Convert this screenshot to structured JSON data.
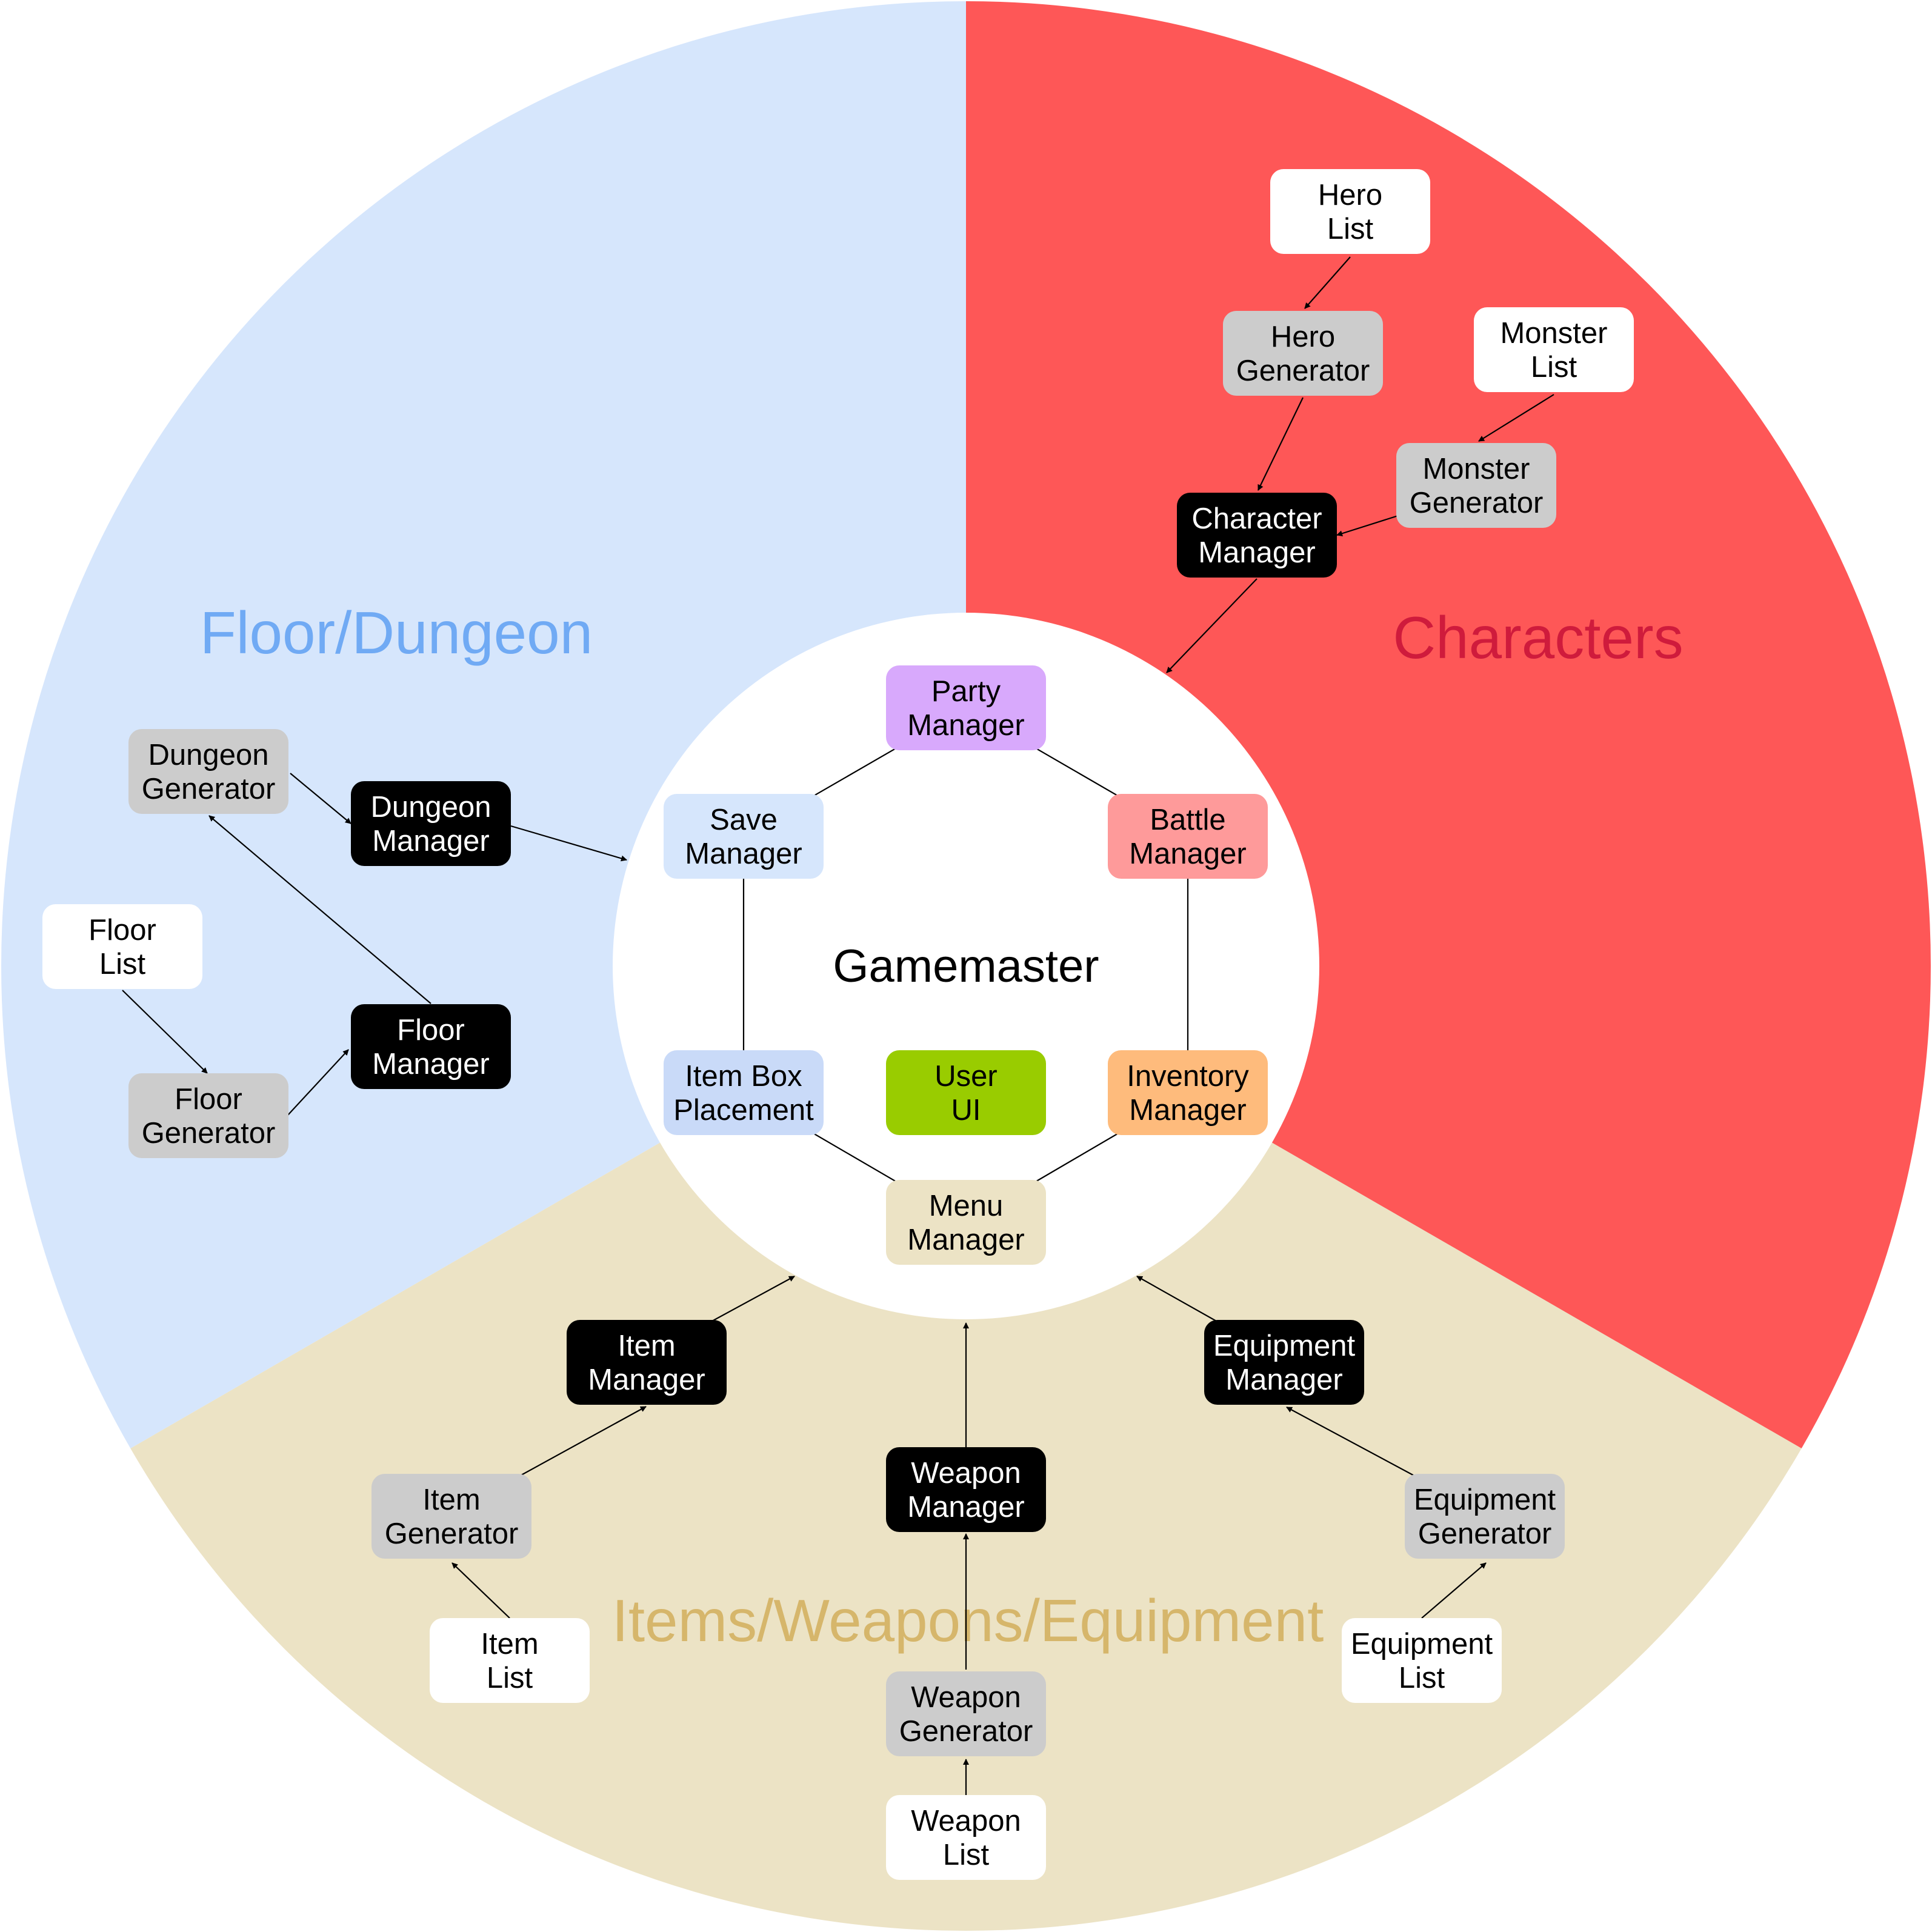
{
  "diagram": {
    "center_title": "Gamemaster",
    "sectors": [
      {
        "id": "floor",
        "label": "Floor/Dungeon",
        "color": "#d6e6fc",
        "label_color": "#70aaf4"
      },
      {
        "id": "characters",
        "label": "Characters",
        "color": "#fe5757",
        "label_color": "#cf1b3c"
      },
      {
        "id": "items",
        "label": "Items/Weapons/Equipment",
        "color": "#ece3c5",
        "label_color": "#d6b66b"
      }
    ],
    "core_nodes": [
      {
        "id": "party-manager",
        "lines": [
          "Party",
          "Manager"
        ],
        "fill": "#d8a9fc",
        "text_color": "#000000"
      },
      {
        "id": "battle-manager",
        "lines": [
          "Battle",
          "Manager"
        ],
        "fill": "#fe9a9a",
        "text_color": "#000000"
      },
      {
        "id": "inventory-manager",
        "lines": [
          "Inventory",
          "Manager"
        ],
        "fill": "#febb7c",
        "text_color": "#000000"
      },
      {
        "id": "menu-manager",
        "lines": [
          "Menu",
          "Manager"
        ],
        "fill": "#ece3c5",
        "text_color": "#000000"
      },
      {
        "id": "item-box-placement",
        "lines": [
          "Item Box",
          "Placement"
        ],
        "fill": "#c9daf8",
        "text_color": "#000000"
      },
      {
        "id": "save-manager",
        "lines": [
          "Save",
          "Manager"
        ],
        "fill": "#d6e6fc",
        "text_color": "#000000"
      },
      {
        "id": "user-ui",
        "lines": [
          "User",
          "UI"
        ],
        "fill": "#99cc00",
        "text_color": "#000000"
      }
    ],
    "nodes": [
      {
        "id": "hero-list",
        "lines": [
          "Hero",
          "List"
        ],
        "kind": "list"
      },
      {
        "id": "hero-generator",
        "lines": [
          "Hero",
          "Generator"
        ],
        "kind": "generator"
      },
      {
        "id": "monster-list",
        "lines": [
          "Monster",
          "List"
        ],
        "kind": "list"
      },
      {
        "id": "monster-generator",
        "lines": [
          "Monster",
          "Generator"
        ],
        "kind": "generator"
      },
      {
        "id": "character-manager",
        "lines": [
          "Character",
          "Manager"
        ],
        "kind": "manager"
      },
      {
        "id": "dungeon-generator",
        "lines": [
          "Dungeon",
          "Generator"
        ],
        "kind": "generator"
      },
      {
        "id": "dungeon-manager",
        "lines": [
          "Dungeon",
          "Manager"
        ],
        "kind": "manager"
      },
      {
        "id": "floor-list",
        "lines": [
          "Floor",
          "List"
        ],
        "kind": "list"
      },
      {
        "id": "floor-generator",
        "lines": [
          "Floor",
          "Generator"
        ],
        "kind": "generator"
      },
      {
        "id": "floor-manager",
        "lines": [
          "Floor",
          "Manager"
        ],
        "kind": "manager"
      },
      {
        "id": "item-manager",
        "lines": [
          "Item",
          "Manager"
        ],
        "kind": "manager"
      },
      {
        "id": "item-generator",
        "lines": [
          "Item",
          "Generator"
        ],
        "kind": "generator"
      },
      {
        "id": "item-list",
        "lines": [
          "Item",
          "List"
        ],
        "kind": "list"
      },
      {
        "id": "weapon-manager",
        "lines": [
          "Weapon",
          "Manager"
        ],
        "kind": "manager"
      },
      {
        "id": "weapon-generator",
        "lines": [
          "Weapon",
          "Generator"
        ],
        "kind": "generator"
      },
      {
        "id": "weapon-list",
        "lines": [
          "Weapon",
          "List"
        ],
        "kind": "list"
      },
      {
        "id": "equipment-manager",
        "lines": [
          "Equipment",
          "Manager"
        ],
        "kind": "manager"
      },
      {
        "id": "equipment-generator",
        "lines": [
          "Equipment",
          "Generator"
        ],
        "kind": "generator"
      },
      {
        "id": "equipment-list",
        "lines": [
          "Equipment",
          "List"
        ],
        "kind": "list"
      }
    ],
    "node_styles": {
      "list": {
        "fill": "#ffffff",
        "text_color": "#000000"
      },
      "generator": {
        "fill": "#cccccc",
        "text_color": "#000000"
      },
      "manager": {
        "fill": "#000000",
        "text_color": "#ffffff"
      }
    },
    "ring_edges": [
      [
        "party-manager",
        "battle-manager"
      ],
      [
        "battle-manager",
        "inventory-manager"
      ],
      [
        "inventory-manager",
        "menu-manager"
      ],
      [
        "menu-manager",
        "item-box-placement"
      ],
      [
        "item-box-placement",
        "save-manager"
      ],
      [
        "save-manager",
        "party-manager"
      ]
    ],
    "arrows": [
      [
        "hero-list",
        "hero-generator"
      ],
      [
        "hero-generator",
        "character-manager"
      ],
      [
        "monster-list",
        "monster-generator"
      ],
      [
        "monster-generator",
        "character-manager"
      ],
      [
        "character-manager",
        "gamemaster"
      ],
      [
        "dungeon-generator",
        "dungeon-manager"
      ],
      [
        "dungeon-manager",
        "gamemaster"
      ],
      [
        "floor-manager",
        "dungeon-generator"
      ],
      [
        "floor-list",
        "floor-generator"
      ],
      [
        "floor-generator",
        "floor-manager"
      ],
      [
        "item-manager",
        "gamemaster"
      ],
      [
        "item-generator",
        "item-manager"
      ],
      [
        "item-list",
        "item-generator"
      ],
      [
        "weapon-manager",
        "gamemaster"
      ],
      [
        "weapon-generator",
        "weapon-manager"
      ],
      [
        "weapon-list",
        "weapon-generator"
      ],
      [
        "equipment-manager",
        "gamemaster"
      ],
      [
        "equipment-generator",
        "equipment-manager"
      ],
      [
        "equipment-list",
        "equipment-generator"
      ]
    ]
  }
}
